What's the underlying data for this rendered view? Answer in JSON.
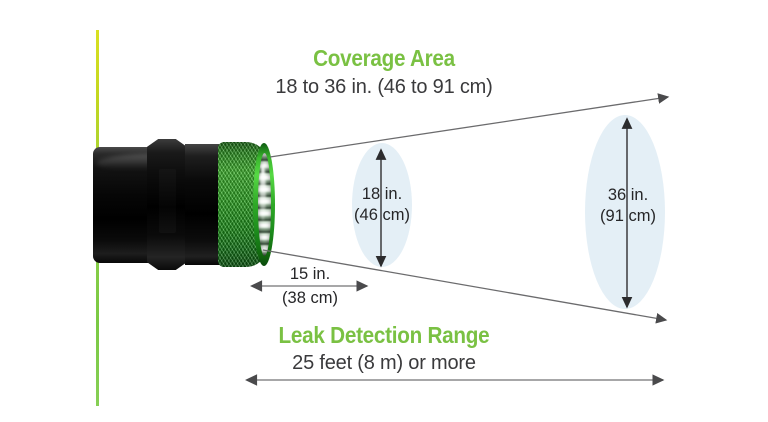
{
  "diagram": {
    "coverage": {
      "title": "Coverage Area",
      "subtitle": "18 to 36 in. (46 to 91 cm)"
    },
    "range": {
      "title": "Leak Detection Range",
      "subtitle": "25 feet (8 m) or more"
    },
    "measurements": {
      "near_beam_in": "18 in.",
      "near_beam_cm": "(46 cm)",
      "far_beam_in": "36 in.",
      "far_beam_cm": "(91 cm)",
      "standoff_in": "15 in.",
      "standoff_cm": "(38 cm)"
    },
    "colors": {
      "accent_green": "#7ac143",
      "text_dark": "#3a3a3c",
      "beam_ellipse": "#e4eff6",
      "arrow_gray": "#58585a",
      "wall_line_top": "#d9e021",
      "wall_line_bottom": "#7ac943"
    },
    "device": {
      "name": "flashlight",
      "body_color": "#000000",
      "bezel_color": "#2fa827"
    }
  }
}
